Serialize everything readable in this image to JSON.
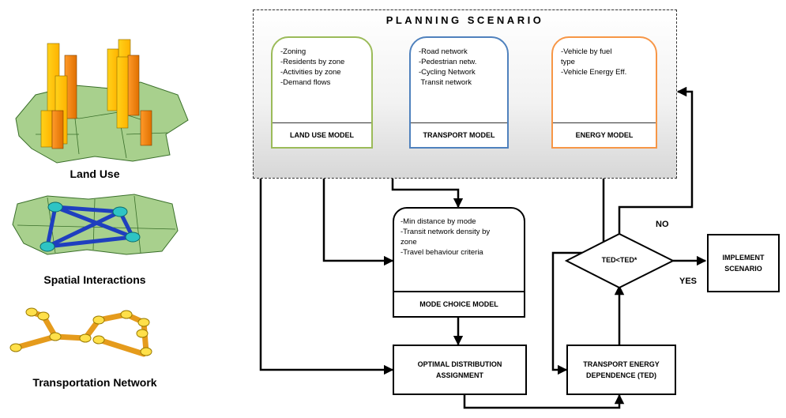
{
  "scenario": {
    "title": "PLANNING SCENARIO"
  },
  "land_use_model": {
    "items": [
      "-Zoning",
      "-Residents by zone",
      "-Activities by zone",
      "-Demand flows"
    ],
    "label": "LAND USE MODEL",
    "color": "#9bbb59"
  },
  "transport_model": {
    "items": [
      "-Road network",
      "-Pedestrian netw.",
      "-Cycling Network",
      " Transit network"
    ],
    "label": "TRANSPORT MODEL",
    "color": "#4f81bd"
  },
  "energy_model": {
    "items": [
      "-Vehicle by fuel",
      "type",
      "-Vehicle Energy Eff."
    ],
    "label": "ENERGY MODEL",
    "color": "#f79646"
  },
  "mode_choice": {
    "items": [
      "-Min distance by mode",
      "-Transit network density by",
      "zone",
      "-Travel behaviour criteria"
    ],
    "label": "MODE CHOICE MODEL"
  },
  "optimal_distribution": {
    "line1": "OPTIMAL DISTRIBUTION",
    "line2": "ASSIGNMENT"
  },
  "transport_energy": {
    "line1": "TRANSPORT ENERGY",
    "line2": "DEPENDENCE (TED)"
  },
  "decision": {
    "label": "TED<TED*"
  },
  "implement": {
    "line1": "IMPLEMENT",
    "line2": "SCENARIO"
  },
  "branches": {
    "no": "NO",
    "yes": "YES"
  },
  "illustrations": {
    "land_use": "Land Use",
    "spatial": "Spatial Interactions",
    "network": "Transportation Network"
  }
}
